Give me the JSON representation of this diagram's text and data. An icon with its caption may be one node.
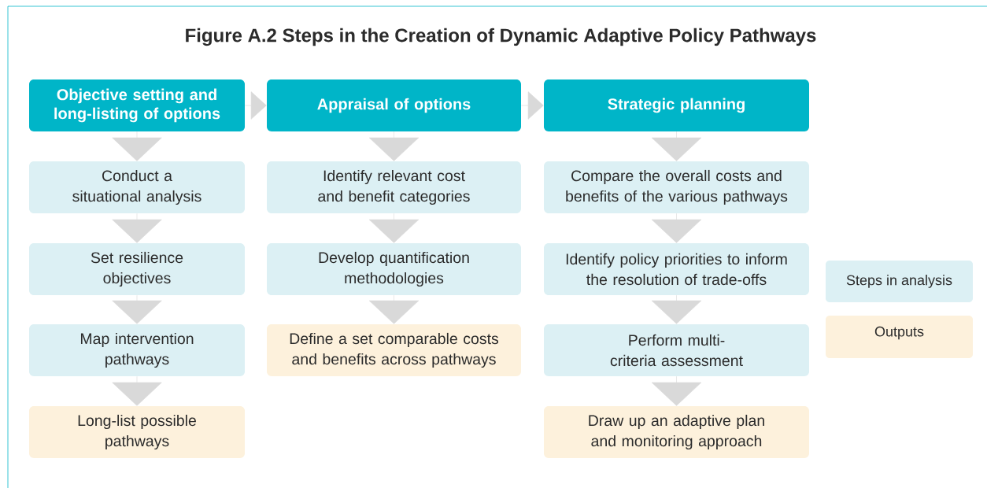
{
  "diagram": {
    "title": "Figure  A.2 Steps in the Creation of Dynamic Adaptive Policy Pathways",
    "nodes": [
      {
        "text": [
          "Objective setting and long-listing of options"
        ]
      },
      {
        "text": [
          "Conduct a situational analysis"
        ]
      },
      {
        "text": [
          "Set resilience objectives"
        ]
      },
      {
        "text": [
          "Map intervention pathways"
        ]
      },
      {
        "text": [
          "Long-list possible pathways"
        ]
      },
      {
        "text": [
          "Appraisal of options"
        ]
      },
      {
        "text": [
          "Identify relevant cost and benefit categories"
        ]
      },
      {
        "text": [
          "Develop quantification methodologies"
        ]
      },
      {
        "text": [
          "Define a set comparable costs and benefits across pathways"
        ]
      },
      {
        "text": [
          "Strategic planning"
        ]
      },
      {
        "text": [
          "Compare the overall costs and benefits of the various pathways"
        ]
      },
      {
        "text": [
          "Identify policy priorities to inform the resolution of trade-offs"
        ]
      },
      {
        "text": [
          "Perform multi-criteria assessment"
        ]
      },
      {
        "text": [
          "Draw up an adaptive plan and monitoring approach"
        ]
      }
    ],
    "edges": [
      {
        "from": 0,
        "to": 1,
        "arrow": "to"
      },
      {
        "from": 1,
        "to": 2,
        "arrow": "to"
      },
      {
        "from": 2,
        "to": 3,
        "arrow": "to"
      },
      {
        "from": 3,
        "to": 4,
        "arrow": "to"
      },
      {
        "from": 0,
        "to": 5,
        "arrow": "to"
      },
      {
        "from": 5,
        "to": 6,
        "arrow": "to"
      },
      {
        "from": 6,
        "to": 7,
        "arrow": "to"
      },
      {
        "from": 7,
        "to": 8,
        "arrow": "to"
      },
      {
        "from": 5,
        "to": 9,
        "arrow": "to"
      },
      {
        "from": 9,
        "to": 10,
        "arrow": "to"
      },
      {
        "from": 10,
        "to": 11,
        "arrow": "to"
      },
      {
        "from": 11,
        "to": 12,
        "arrow": "to"
      },
      {
        "from": 12,
        "to": 13,
        "arrow": "to"
      }
    ],
    "legend": [
      {
        "text": "Steps in analysis",
        "color": "#dcf0f4"
      },
      {
        "text": "Outputs",
        "color": "#fdf1dc"
      }
    ]
  }
}
